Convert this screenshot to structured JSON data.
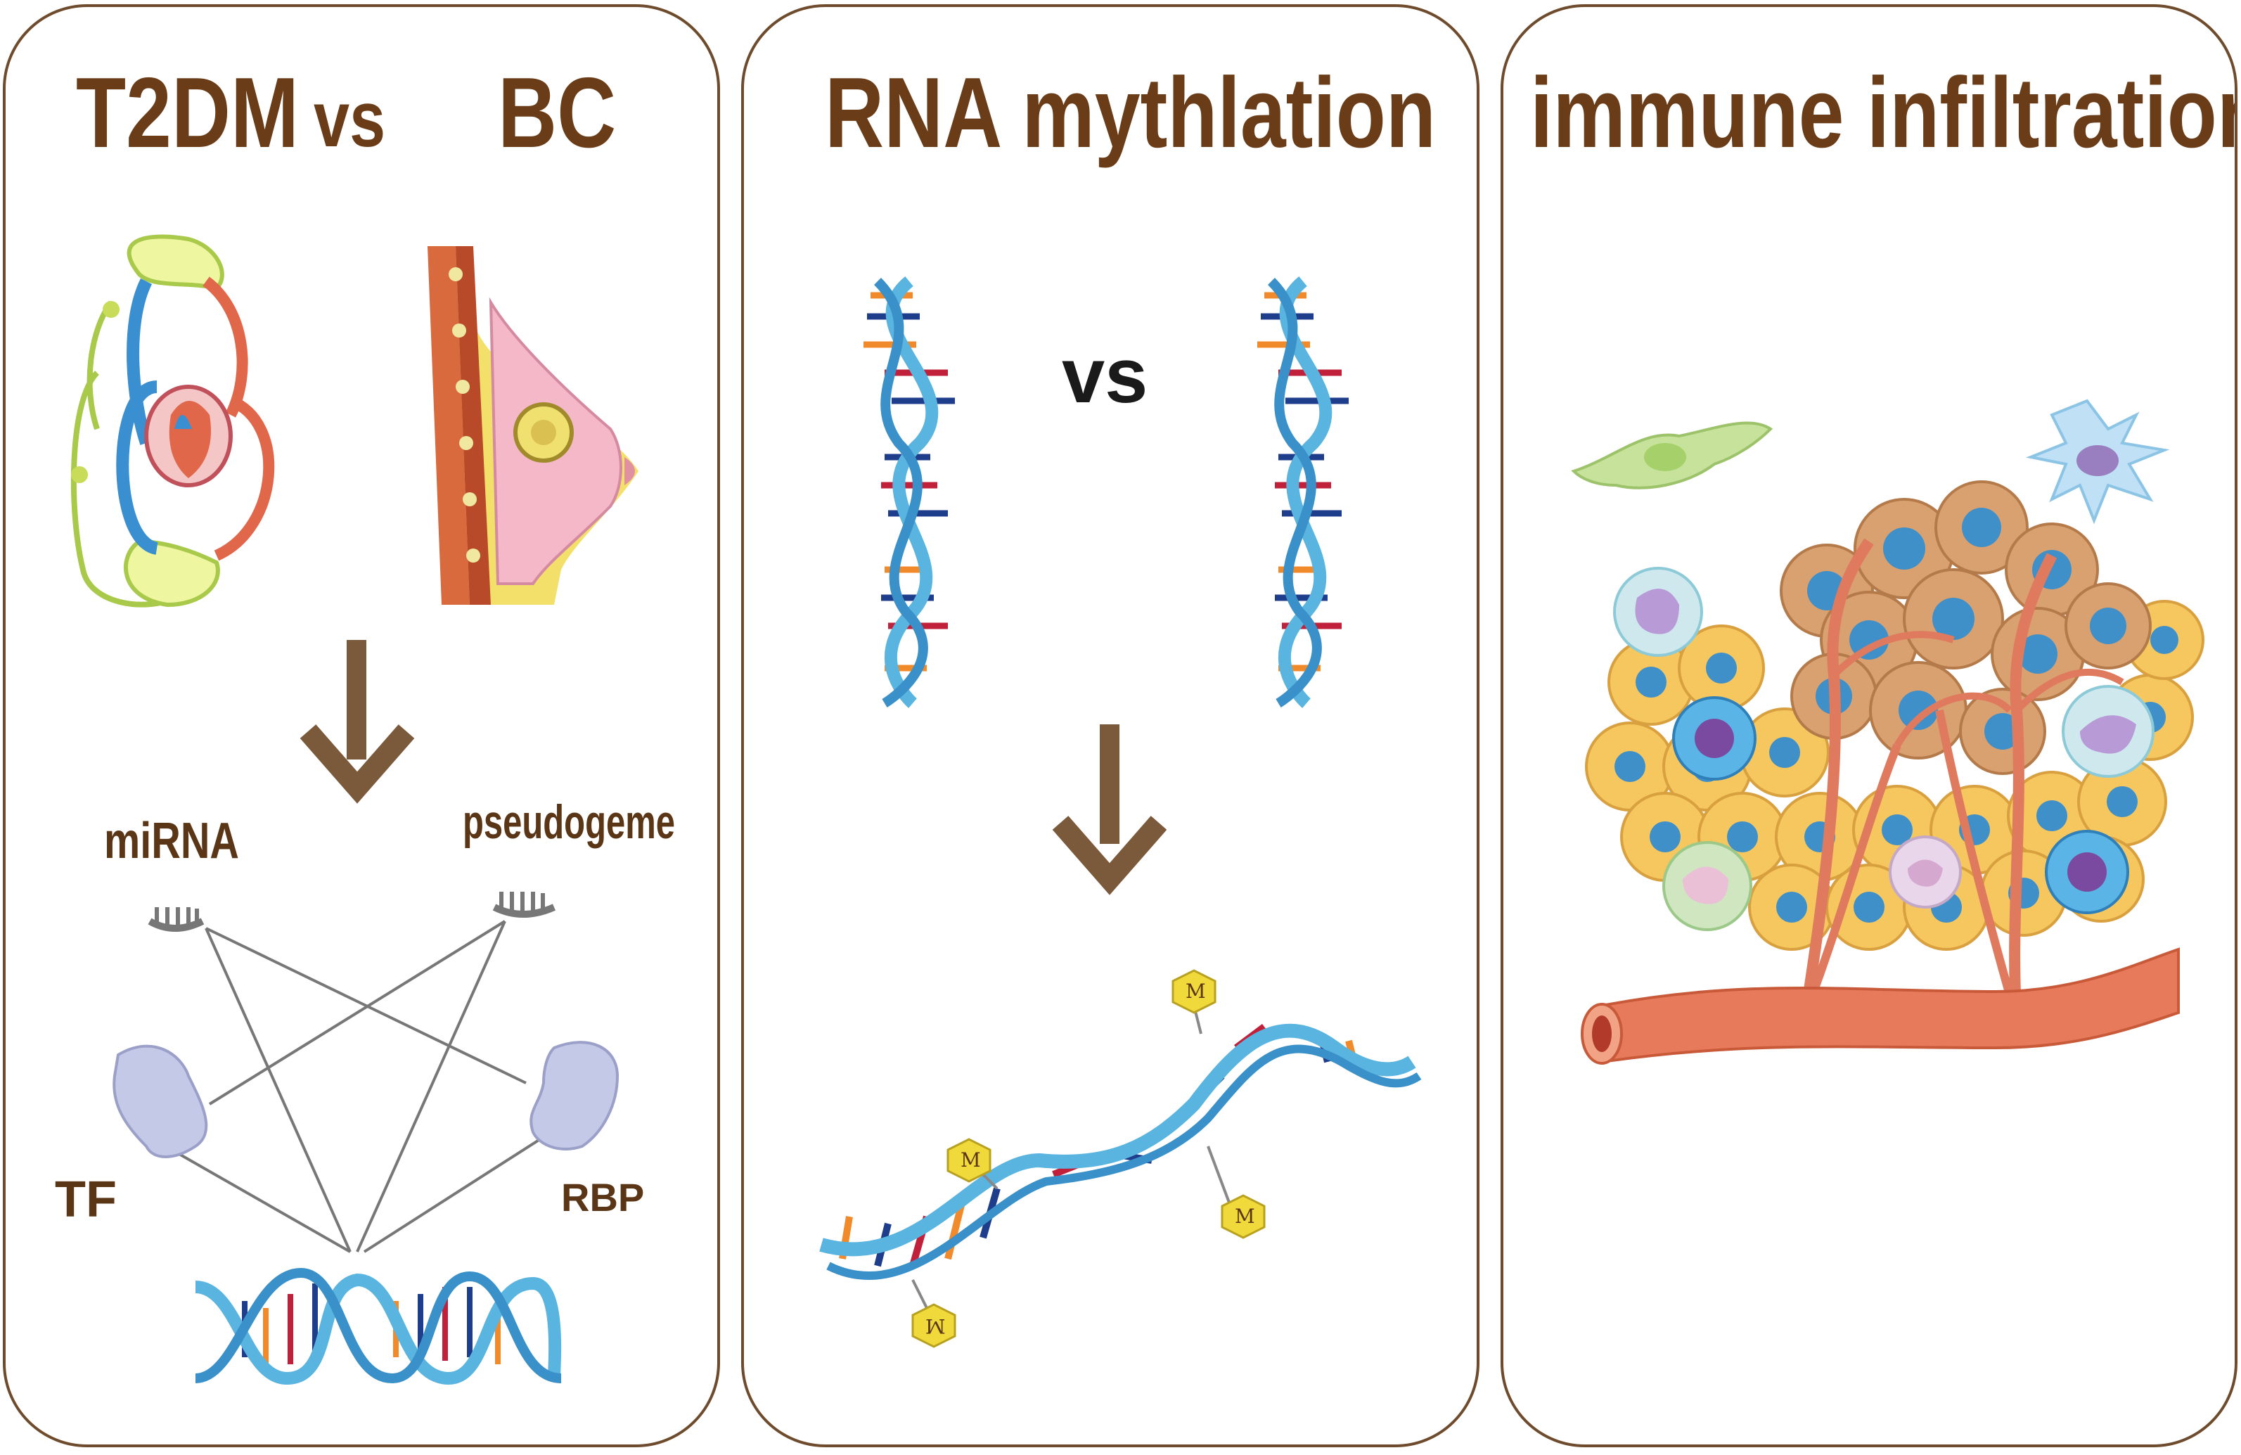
{
  "panel_1": {
    "title_left": "T2DM",
    "title_mid": "vs",
    "title_right": "BC",
    "network_labels": {
      "mirna": "miRNA",
      "pseudogene": "pseudogeme",
      "tf": "TF",
      "rbp": "RBP"
    }
  },
  "panel_2": {
    "title": "RNA mythlation",
    "vs": "vs",
    "methyl_mark": "M"
  },
  "panel_3": {
    "title": "immune infiltration"
  },
  "colors": {
    "border": "#6e4b2c",
    "title_text": "#6a3d18",
    "arrow": "#7b5a3c",
    "dna_strand": "#5ab4e0",
    "vessel": "#e07a5f",
    "cell_yellow": "#f5c75e",
    "nucleus_blue": "#3f8fc9"
  }
}
